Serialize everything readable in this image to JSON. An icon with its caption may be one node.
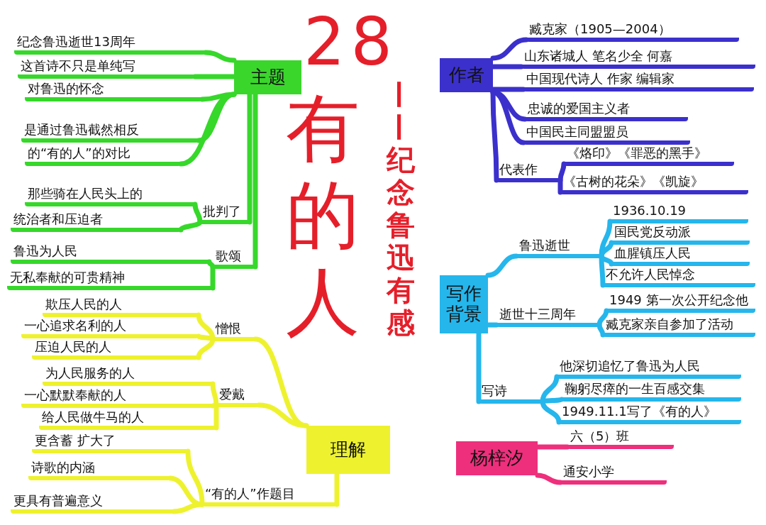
{
  "diagram": {
    "title": "有的人",
    "nodes": [
      {
        "text": [
          "主题"
        ]
      },
      {
        "text": [
          "纪念鲁迅逝世13周年"
        ]
      },
      {
        "text": [
          "这首诗不只是单纯写"
        ]
      },
      {
        "text": [
          "对鲁迅的怀念"
        ]
      },
      {
        "text": [
          "是通过鲁迅截然相反"
        ]
      },
      {
        "text": [
          "的“有的人”的对比"
        ]
      },
      {
        "text": [
          "批判了"
        ]
      },
      {
        "text": [
          "那些骑在人民头上的"
        ]
      },
      {
        "text": [
          "统治者和压迫者"
        ]
      },
      {
        "text": [
          "歌颂"
        ]
      },
      {
        "text": [
          "鲁迅为人民"
        ]
      },
      {
        "text": [
          "无私奉献的可贵精神"
        ]
      },
      {
        "text": [
          "理解"
        ]
      },
      {
        "text": [
          "憎恨"
        ]
      },
      {
        "text": [
          "欺压人民的人"
        ]
      },
      {
        "text": [
          "一心追求名利的人"
        ]
      },
      {
        "text": [
          "压迫人民的人"
        ]
      },
      {
        "text": [
          "爱戴"
        ]
      },
      {
        "text": [
          "为人民服务的人"
        ]
      },
      {
        "text": [
          "一心默默奉献的人"
        ]
      },
      {
        "text": [
          "给人民做牛马的人"
        ]
      },
      {
        "text": [
          "“有的人”作题目"
        ]
      },
      {
        "text": [
          "更含蓄 扩大了"
        ]
      },
      {
        "text": [
          "诗歌的内涵"
        ]
      },
      {
        "text": [
          "更具有普遍意义"
        ]
      },
      {
        "text": [
          "作者"
        ]
      },
      {
        "text": [
          "臧克家（1905—2004）"
        ]
      },
      {
        "text": [
          "山东诸城人 笔名少全 何嘉"
        ]
      },
      {
        "text": [
          "中国现代诗人 作家 编辑家"
        ]
      },
      {
        "text": [
          "忠诚的爱国主义者"
        ]
      },
      {
        "text": [
          "中国民主同盟盟员"
        ]
      },
      {
        "text": [
          "代表作"
        ]
      },
      {
        "text": [
          "《烙印》《罪恶的黑手》"
        ]
      },
      {
        "text": [
          "《古树的花朵》《凯旋》"
        ]
      },
      {
        "text": [
          "写作背景"
        ]
      },
      {
        "text": [
          "鲁迅逝世"
        ]
      },
      {
        "text": [
          "1936.10.19"
        ]
      },
      {
        "text": [
          "国民党反动派"
        ]
      },
      {
        "text": [
          "血腥镇压人民"
        ]
      },
      {
        "text": [
          "不允许人民悼念"
        ]
      },
      {
        "text": [
          "逝世十三周年"
        ]
      },
      {
        "text": [
          "1949 第一次公开纪念他"
        ]
      },
      {
        "text": [
          "臧克家亲自参加了活动"
        ]
      },
      {
        "text": [
          "写诗"
        ]
      },
      {
        "text": [
          "他深切追忆了鲁迅为人民"
        ]
      },
      {
        "text": [
          "鞠躬尽瘁的一生百感交集"
        ]
      },
      {
        "text": [
          "1949.11.1写了《有的人》"
        ]
      },
      {
        "text": [
          "杨梓汐"
        ]
      },
      {
        "text": [
          "六（5）班"
        ]
      },
      {
        "text": [
          "通安小学"
        ]
      }
    ],
    "edges": [
      {
        "from": 0,
        "to": 1,
        "arrow": "none",
        "color": "#36d82a"
      },
      {
        "from": 0,
        "to": 2,
        "arrow": "none",
        "color": "#36d82a"
      },
      {
        "from": 0,
        "to": 3,
        "arrow": "none",
        "color": "#36d82a"
      },
      {
        "from": 0,
        "to": 4,
        "arrow": "none",
        "color": "#36d82a"
      },
      {
        "from": 0,
        "to": 5,
        "arrow": "none",
        "color": "#36d82a"
      },
      {
        "from": 0,
        "to": 6,
        "arrow": "none",
        "color": "#36d82a"
      },
      {
        "from": 6,
        "to": 7,
        "arrow": "none",
        "color": "#36d82a"
      },
      {
        "from": 6,
        "to": 8,
        "arrow": "none",
        "color": "#36d82a"
      },
      {
        "from": 0,
        "to": 9,
        "arrow": "none",
        "color": "#36d82a"
      },
      {
        "from": 9,
        "to": 10,
        "arrow": "none",
        "color": "#36d82a"
      },
      {
        "from": 9,
        "to": 11,
        "arrow": "none",
        "color": "#36d82a"
      },
      {
        "from": 12,
        "to": 13,
        "arrow": "none",
        "color": "#eef22e"
      },
      {
        "from": 13,
        "to": 14,
        "arrow": "none",
        "color": "#eef22e"
      },
      {
        "from": 13,
        "to": 15,
        "arrow": "none",
        "color": "#eef22e"
      },
      {
        "from": 13,
        "to": 16,
        "arrow": "none",
        "color": "#eef22e"
      },
      {
        "from": 12,
        "to": 17,
        "arrow": "none",
        "color": "#eef22e"
      },
      {
        "from": 17,
        "to": 18,
        "arrow": "none",
        "color": "#eef22e"
      },
      {
        "from": 17,
        "to": 19,
        "arrow": "none",
        "color": "#eef22e"
      },
      {
        "from": 17,
        "to": 20,
        "arrow": "none",
        "color": "#eef22e"
      },
      {
        "from": 12,
        "to": 21,
        "arrow": "none",
        "color": "#eef22e"
      },
      {
        "from": 21,
        "to": 22,
        "arrow": "none",
        "color": "#eef22e"
      },
      {
        "from": 21,
        "to": 23,
        "arrow": "none",
        "color": "#eef22e"
      },
      {
        "from": 21,
        "to": 24,
        "arrow": "none",
        "color": "#eef22e"
      },
      {
        "from": 25,
        "to": 26,
        "arrow": "none",
        "color": "#3b30cc"
      },
      {
        "from": 25,
        "to": 27,
        "arrow": "none",
        "color": "#3b30cc"
      },
      {
        "from": 25,
        "to": 28,
        "arrow": "none",
        "color": "#3b30cc"
      },
      {
        "from": 25,
        "to": 29,
        "arrow": "none",
        "color": "#3b30cc"
      },
      {
        "from": 25,
        "to": 30,
        "arrow": "none",
        "color": "#3b30cc"
      },
      {
        "from": 25,
        "to": 31,
        "arrow": "none",
        "color": "#3b30cc"
      },
      {
        "from": 31,
        "to": 32,
        "arrow": "none",
        "color": "#3b30cc"
      },
      {
        "from": 31,
        "to": 33,
        "arrow": "none",
        "color": "#3b30cc"
      },
      {
        "from": 34,
        "to": 35,
        "arrow": "none",
        "color": "#25b6ec"
      },
      {
        "from": 35,
        "to": 36,
        "arrow": "none",
        "color": "#25b6ec"
      },
      {
        "from": 35,
        "to": 37,
        "arrow": "none",
        "color": "#25b6ec"
      },
      {
        "from": 35,
        "to": 38,
        "arrow": "none",
        "color": "#25b6ec"
      },
      {
        "from": 35,
        "to": 39,
        "arrow": "none",
        "color": "#25b6ec"
      },
      {
        "from": 34,
        "to": 40,
        "arrow": "none",
        "color": "#25b6ec"
      },
      {
        "from": 40,
        "to": 41,
        "arrow": "none",
        "color": "#25b6ec"
      },
      {
        "from": 40,
        "to": 42,
        "arrow": "none",
        "color": "#25b6ec"
      },
      {
        "from": 34,
        "to": 43,
        "arrow": "none",
        "color": "#25b6ec"
      },
      {
        "from": 43,
        "to": 44,
        "arrow": "none",
        "color": "#25b6ec"
      },
      {
        "from": 43,
        "to": 45,
        "arrow": "none",
        "color": "#25b6ec"
      },
      {
        "from": 43,
        "to": 46,
        "arrow": "none",
        "color": "#25b6ec"
      },
      {
        "from": 47,
        "to": 48,
        "arrow": "none",
        "color": "#ee2f7c"
      },
      {
        "from": 47,
        "to": 49,
        "arrow": "none",
        "color": "#ee2f7c"
      }
    ],
    "labels": [
      "28",
      "——纪念鲁迅有感"
    ]
  }
}
